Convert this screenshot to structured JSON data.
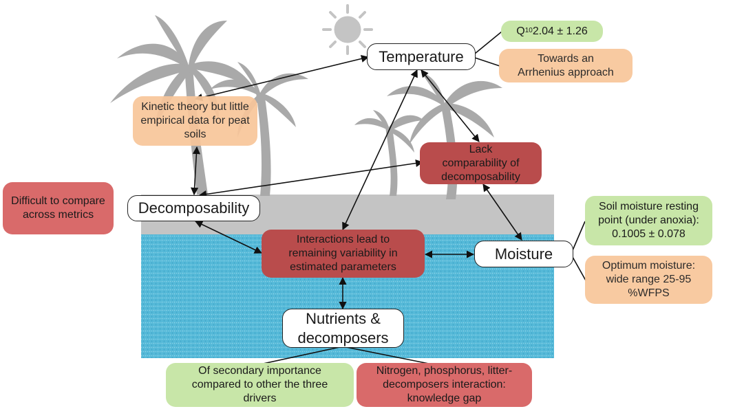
{
  "nodes": {
    "temperature": "Temperature",
    "decomposability": "Decomposability",
    "moisture": "Moisture",
    "nutrients": "Nutrients & decomposers"
  },
  "notes": {
    "q10_symbol": "Q",
    "q10_subscript": "10",
    "q10_value": " 2.04 ± 1.26",
    "arrhenius": "Towards an Arrhenius approach",
    "kinetic": "Kinetic theory but little empirical data for peat soils",
    "lack_comparability": "Lack comparability of decomposability",
    "difficult_compare": "Difficult to compare across metrics",
    "soil_moisture_point": "Soil moisture resting point (under anoxia): 0.1005 ± 0.078",
    "optimum_moisture": "Optimum moisture: wide range 25-95 %WFPS",
    "interactions": "Interactions lead to remaining variability in estimated parameters",
    "secondary": "Of secondary importance compared to other the three drivers",
    "nitrogen": "Nitrogen, phosphorus, litter-decomposers interaction: knowledge gap"
  },
  "colors": {
    "green_note": "#c8e6a8",
    "orange_note": "#f8c69a",
    "red_note": "#d96a6a",
    "dark_red_note": "#b94c4c",
    "water": "#55b9d8",
    "ground": "#c4c4c4",
    "palm": "#a9a9a9"
  },
  "icons": [
    "sun-icon",
    "palm-tree-icon"
  ]
}
